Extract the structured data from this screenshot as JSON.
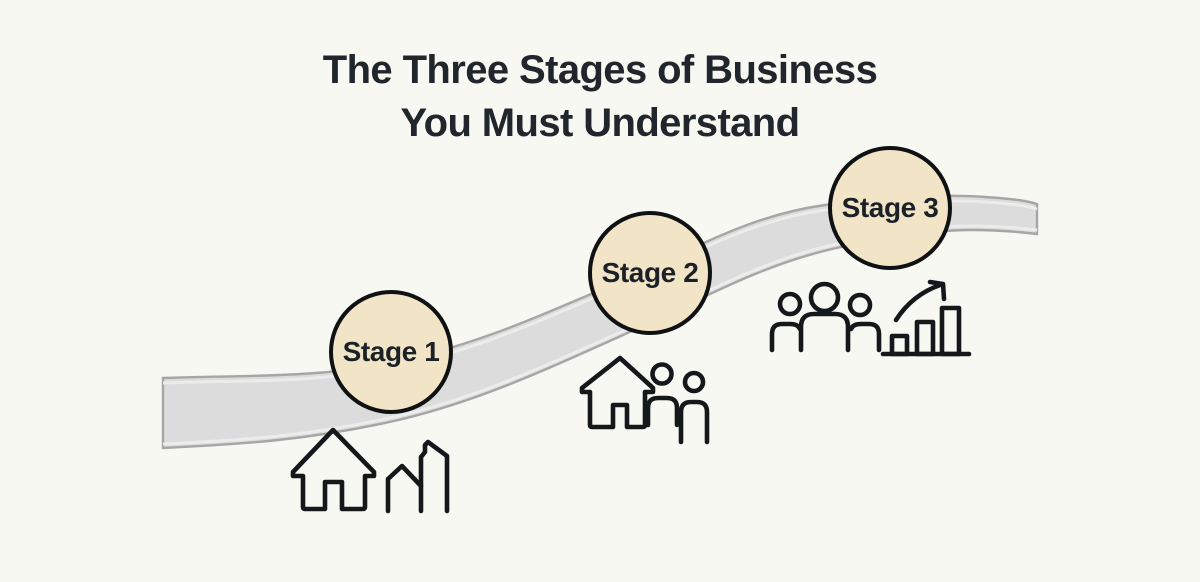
{
  "title": {
    "line1": "The Three Stages of Business",
    "line2": "You Must Understand"
  },
  "stages": [
    {
      "label": "Stage 1",
      "icons": [
        "house-icon",
        "city-buildings-icon"
      ]
    },
    {
      "label": "Stage 2",
      "icons": [
        "house-icon",
        "two-people-icon"
      ]
    },
    {
      "label": "Stage 3",
      "icons": [
        "people-group-icon",
        "growth-chart-icon"
      ]
    }
  ],
  "colors": {
    "background": "#f8f8f3",
    "title_text": "#21262c",
    "circle_fill": "#f2e5c7",
    "circle_border": "#0f1113",
    "road_fill": "#dcdcdc",
    "road_edge": "#a6a6a6",
    "road_highlight": "#ececec",
    "icon_stroke": "#15181b"
  }
}
